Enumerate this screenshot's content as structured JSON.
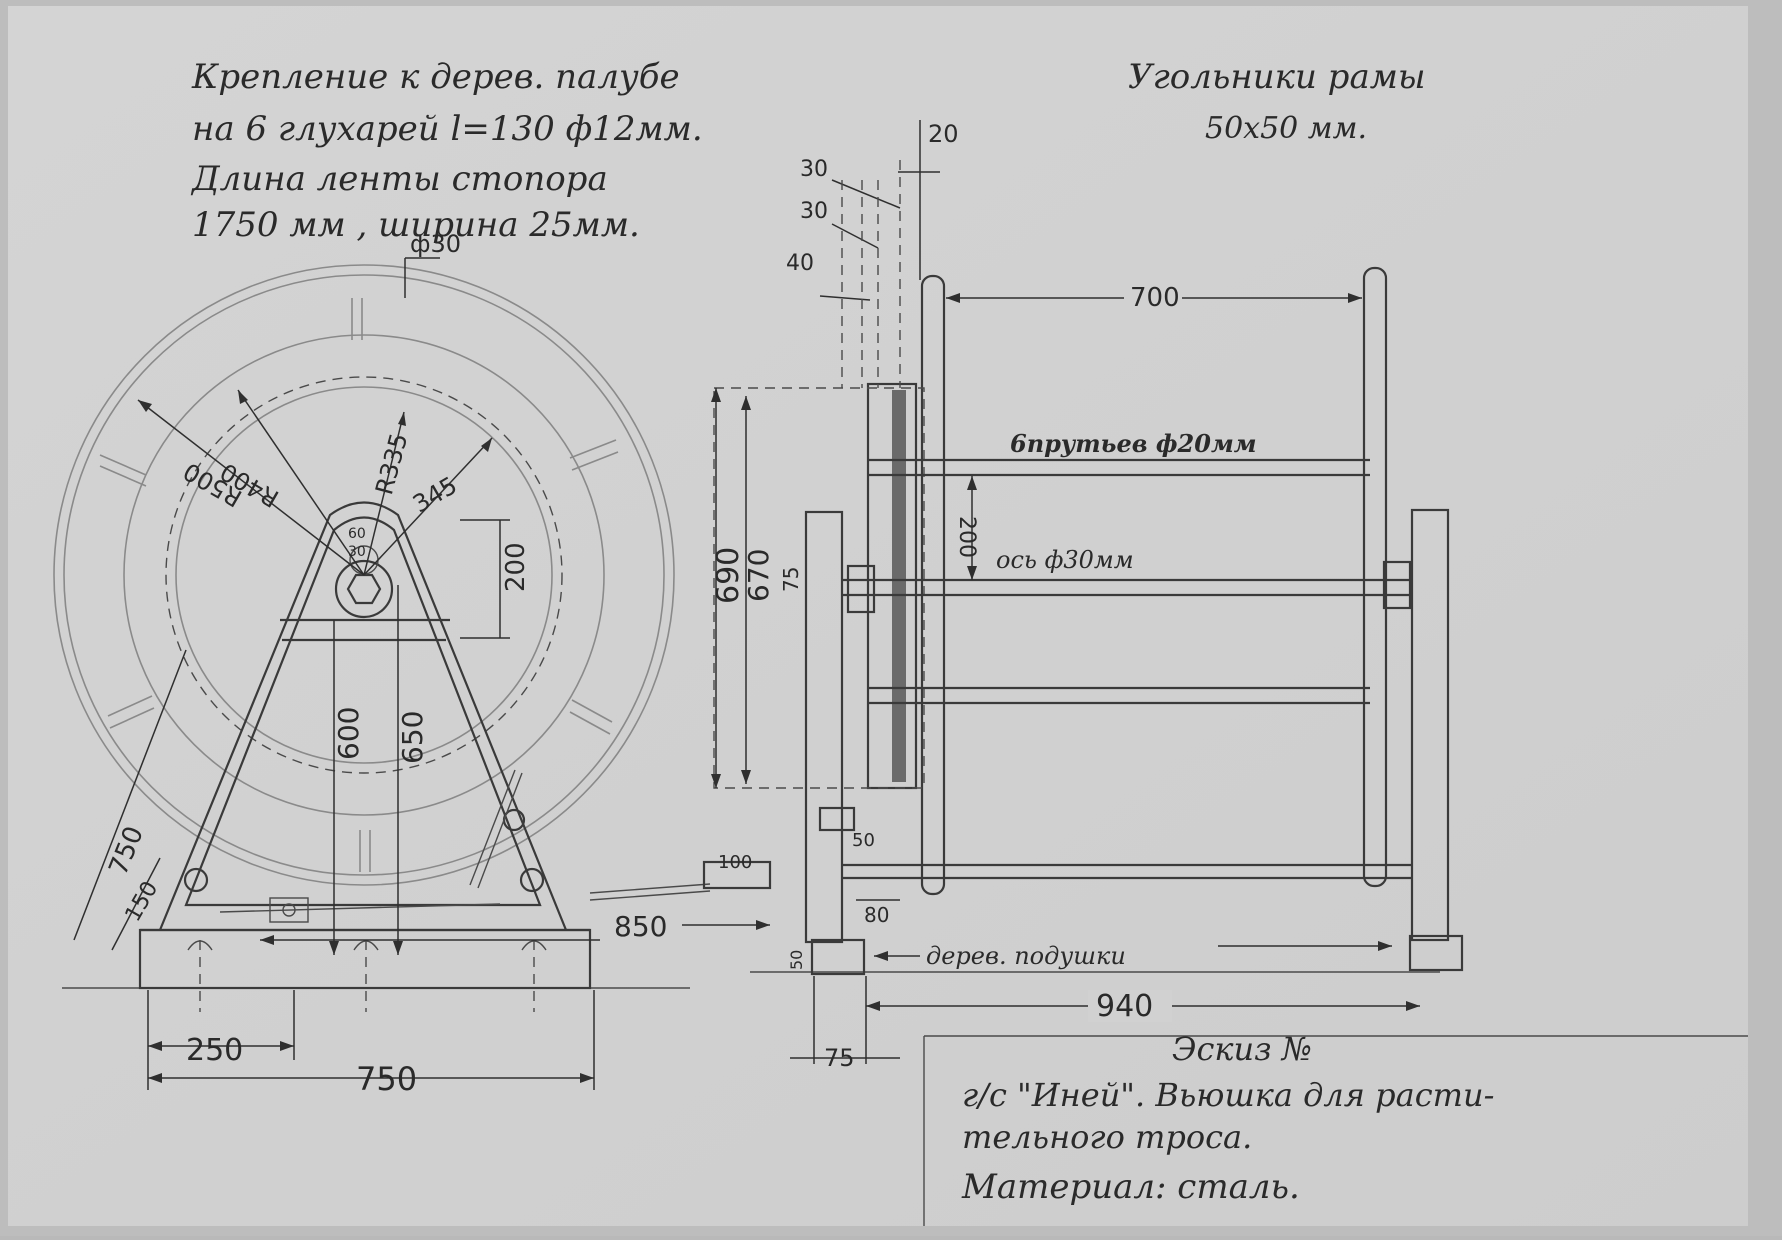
{
  "notes": {
    "fastening_line1": "Крепление к дерев. палубе",
    "fastening_line2": "на 6 глухарей l=130 ф12мм.",
    "band_line1": "Длина ленты стопора",
    "band_line2": "1750 мм , ширина 25мм.",
    "frame_line1": "Угольники рамы",
    "frame_line2": "50х50 мм."
  },
  "left_view": {
    "d30": "ф30",
    "r500": "R500",
    "r400": "R400",
    "r335": "R335",
    "r345": "345",
    "d60": "60",
    "d30a": "30",
    "d200": "200",
    "d600": "600",
    "d650": "650",
    "d750_side": "750",
    "d150": "150",
    "d850": "850",
    "d250": "250",
    "d750_base": "750"
  },
  "right_view": {
    "d20": "20",
    "d30_top": "30",
    "d30_mid": "30",
    "d40": "40",
    "d700": "700",
    "rods": "6прутьев ф20мм",
    "d200": "200",
    "axle": "ось ф30мм",
    "d690": "690",
    "d670": "670",
    "d75_side": "75",
    "d100": "100",
    "d50_small": "50",
    "d80": "80",
    "d50_pad": "50",
    "pads": "дерев. подушки",
    "d940": "940",
    "d75_bottom": "75"
  },
  "title_block": {
    "line1": "Эскиз №",
    "line2": "г/с \"Иней\". Вьюшка для расти-",
    "line3": "тельного троса.",
    "line4": "Материал: сталь."
  },
  "colors": {
    "paper": "#d2d2d2",
    "ink": "#2a2a2a",
    "scan_edge": "#b9b9b9"
  }
}
